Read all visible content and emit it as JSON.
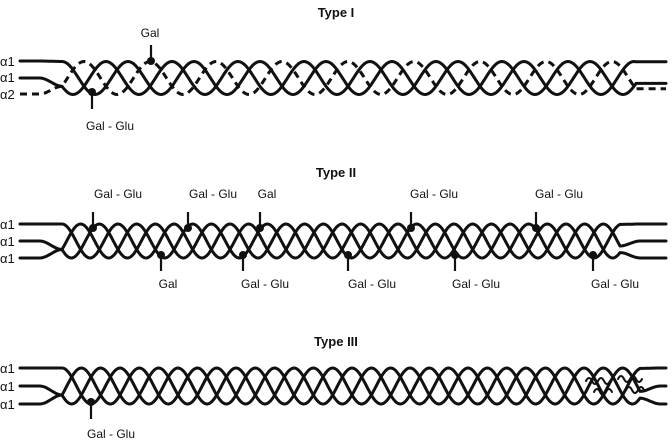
{
  "panels": [
    {
      "title": "Type I",
      "chains": [
        {
          "label": "α1",
          "style": "solid"
        },
        {
          "label": "α1",
          "style": "solid"
        },
        {
          "label": "α2",
          "style": "dashed"
        }
      ],
      "annotations": [
        {
          "label": "Gal",
          "side": "top"
        },
        {
          "label": "Gal - Glu",
          "side": "bottom"
        }
      ]
    },
    {
      "title": "Type II",
      "chains": [
        {
          "label": "α1",
          "style": "solid"
        },
        {
          "label": "α1",
          "style": "solid"
        },
        {
          "label": "α1",
          "style": "solid"
        }
      ],
      "annotations": [
        {
          "label": "Gal - Glu",
          "side": "top"
        },
        {
          "label": "Gal - Glu",
          "side": "top"
        },
        {
          "label": "Gal",
          "side": "top"
        },
        {
          "label": "Gal - Glu",
          "side": "top"
        },
        {
          "label": "Gal - Glu",
          "side": "top"
        },
        {
          "label": "Gal",
          "side": "bottom"
        },
        {
          "label": "Gal - Glu",
          "side": "bottom"
        },
        {
          "label": "Gal - Glu",
          "side": "bottom"
        },
        {
          "label": "Gal - Glu",
          "side": "bottom"
        },
        {
          "label": "Gal - Glu",
          "side": "bottom"
        }
      ]
    },
    {
      "title": "Type III",
      "chains": [
        {
          "label": "α1",
          "style": "solid"
        },
        {
          "label": "α1",
          "style": "solid"
        },
        {
          "label": "α1",
          "style": "solid"
        }
      ],
      "annotations": [
        {
          "label": "Gal - Glu",
          "side": "bottom"
        }
      ]
    }
  ]
}
